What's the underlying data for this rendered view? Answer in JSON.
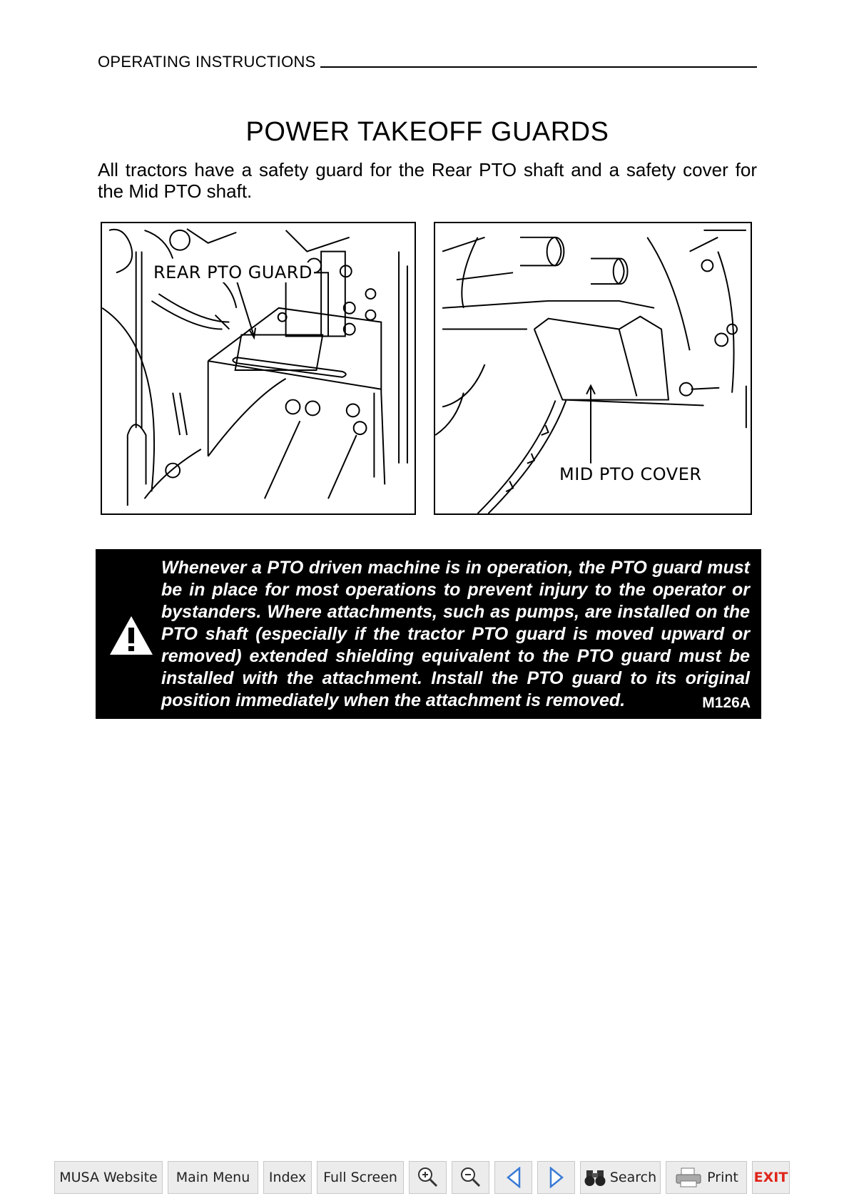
{
  "header": {
    "section": "OPERATING INSTRUCTIONS"
  },
  "title": "POWER TAKEOFF GUARDS",
  "intro": "All tractors have a safety guard for the Rear PTO shaft and a safety cover for the Mid PTO shaft.",
  "figures": [
    {
      "label": "REAR PTO GUARD"
    },
    {
      "label": "MID PTO COVER"
    }
  ],
  "warning": {
    "text": "Whenever a PTO driven machine is in operation, the PTO guard must be in place for most operations to prevent injury to the operator or bystanders. Where attachments, such as pumps, are installed on the PTO shaft (especially if the tractor PTO guard is moved upward or removed) extended shielding equivalent to the PTO guard must be installed with the attachment. Install the PTO guard to its original position immediately when the attachment is removed.",
    "code": "M126A",
    "icon": "warning-triangle-icon"
  },
  "toolbar": {
    "musa_website": "MUSA Website",
    "main_menu": "Main Menu",
    "index": "Index",
    "full_screen": "Full Screen",
    "zoom_in_icon": "zoom-in-icon",
    "zoom_out_icon": "zoom-out-icon",
    "prev_icon": "previous-page-icon",
    "next_icon": "next-page-icon",
    "search": "Search",
    "print": "Print",
    "exit": "EXIT",
    "exit_color": "#e0241b"
  }
}
